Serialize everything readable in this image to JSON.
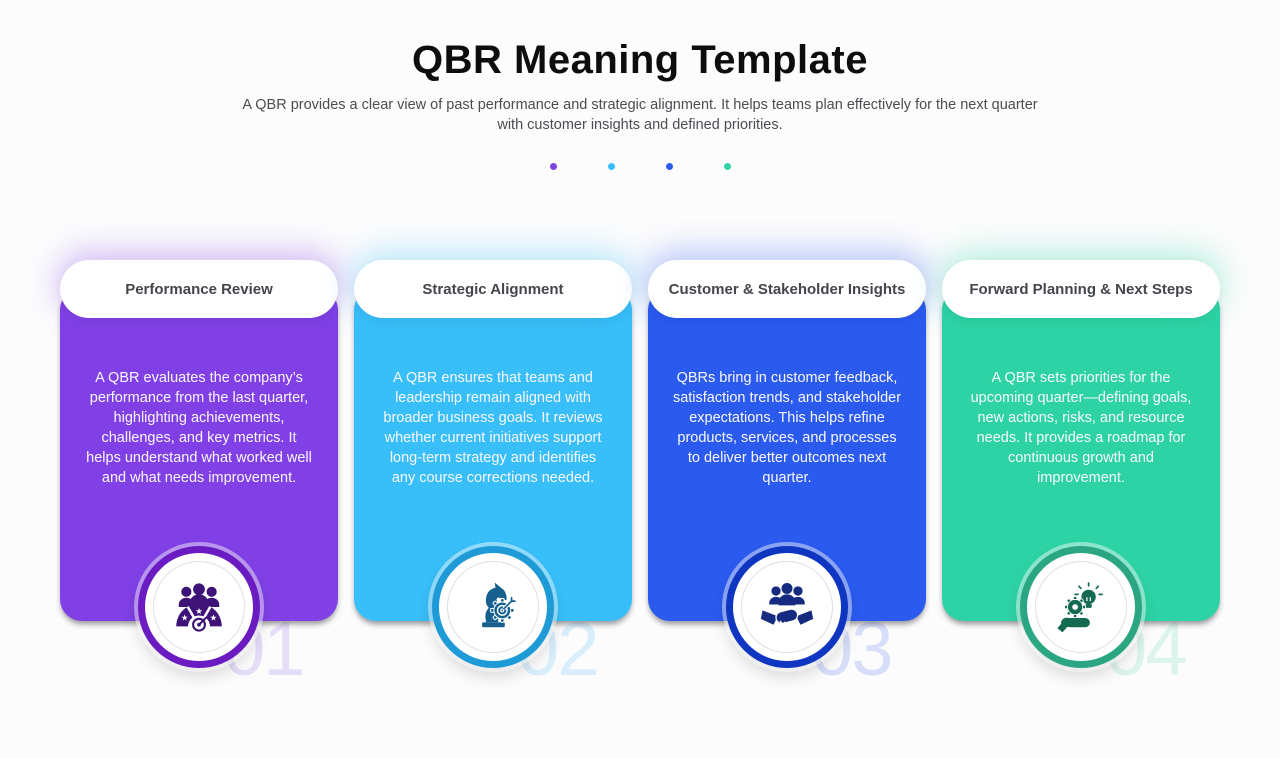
{
  "page": {
    "title": "QBR Meaning Template",
    "subtitle": "A QBR provides a clear view of past performance and strategic alignment. It helps teams plan effectively for the next quarter with customer insights and defined priorities.",
    "background_color": "#FCFCFD"
  },
  "dots": [
    {
      "color": "#8040E5"
    },
    {
      "color": "#38BEF8"
    },
    {
      "color": "#2B5AEF"
    },
    {
      "color": "#2DD3A5"
    }
  ],
  "cards": [
    {
      "number": "01",
      "title": "Performance Review",
      "description": "A QBR evaluates the company’s performance from the last quarter, highlighting achievements, challenges, and key metrics. It helps understand what worked well and what needs improvement.",
      "icon": "performance-gauge-icon",
      "colors": {
        "body": "#8040E5",
        "ring": "#6A1CC2",
        "icon": "#3D1377",
        "number": "#E6DDF8",
        "glow": "rgba(128,64,229,0.30)"
      }
    },
    {
      "number": "02",
      "title": "Strategic Alignment",
      "description": "A QBR ensures that teams and leadership remain aligned with broader business goals. It reviews whether current initiatives support long-term strategy and identifies any course corrections needed.",
      "icon": "strategy-knight-gear-icon",
      "colors": {
        "body": "#38BEF8",
        "ring": "#1E9BD7",
        "icon": "#15608F",
        "number": "#D9EEFB",
        "glow": "rgba(56,190,248,0.30)"
      }
    },
    {
      "number": "03",
      "title": "Customer & Stakeholder Insights",
      "description": "QBRs bring in customer feedback, satisfaction trends, and stakeholder expectations. This helps refine products, services, and processes to deliver better outcomes next quarter.",
      "icon": "stakeholder-handshake-icon",
      "colors": {
        "body": "#2B5AEF",
        "ring": "#0F36C0",
        "icon": "#142B80",
        "number": "#D7DEFA",
        "glow": "rgba(43,90,239,0.30)"
      }
    },
    {
      "number": "04",
      "title": "Forward Planning & Next Steps",
      "description": "A QBR sets priorities for the upcoming quarter—defining goals, new actions, risks, and resource needs. It provides a roadmap for continuous growth and improvement.",
      "icon": "planning-hand-gear-bulb-icon",
      "colors": {
        "body": "#2DD3A5",
        "ring": "#2AA683",
        "icon": "#156B52",
        "number": "#DCF4EC",
        "glow": "rgba(45,211,165,0.30)"
      }
    }
  ]
}
